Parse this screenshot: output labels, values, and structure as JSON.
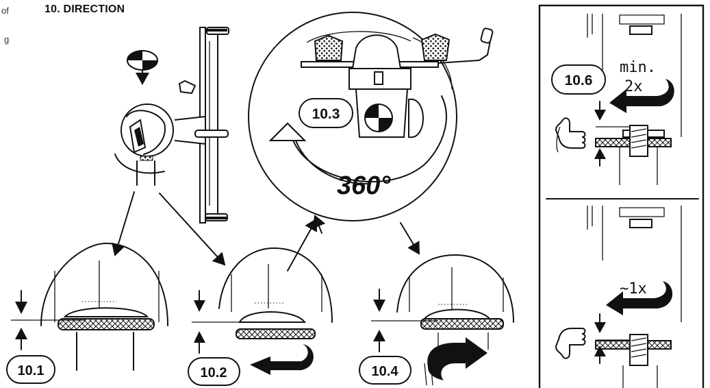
{
  "edge_text": {
    "fragment_1": "of",
    "fragment_2": "g"
  },
  "heading": "10. DIRECTION",
  "step_labels": {
    "s1": "10.1",
    "s2": "10.2",
    "s3": "10.3",
    "s4": "10.4",
    "s6": "10.6"
  },
  "rotation_label": "360°",
  "panel_top": {
    "turns_line1": "min.",
    "turns_line2": "2x"
  },
  "panel_bottom": {
    "turns": "~1x"
  }
}
